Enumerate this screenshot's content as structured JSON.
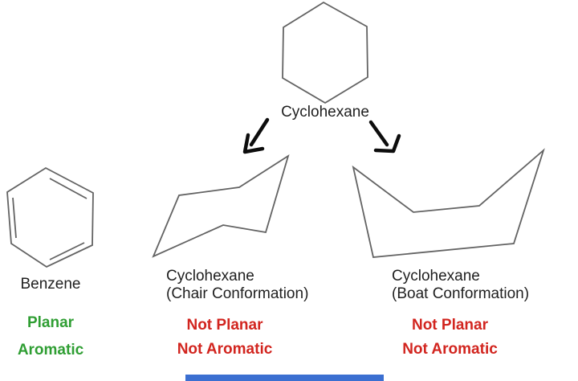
{
  "colors": {
    "background": "#ffffff",
    "structure_line": "#636363",
    "arrow": "#0d0d0d",
    "text_black": "#1f1f1f",
    "text_green": "#2f9e33",
    "text_red": "#d2251f",
    "progress_bar_blue": "#3b6fd1"
  },
  "root": {
    "label": "Cyclohexane"
  },
  "branches": {
    "benzene": {
      "name": "Benzene",
      "planarity": "Planar",
      "aromaticity": "Aromatic"
    },
    "chair": {
      "name_line1": "Cyclohexane",
      "name_line2": "(Chair Conformation)",
      "planarity": "Not Planar",
      "aromaticity": "Not Aromatic"
    },
    "boat": {
      "name_line1": "Cyclohexane",
      "name_line2": "(Boat Conformation)",
      "planarity": "Not Planar",
      "aromaticity": "Not Aromatic"
    }
  },
  "icons": {
    "left_arrow": "arrow-down-left",
    "right_arrow": "arrow-down-right"
  }
}
